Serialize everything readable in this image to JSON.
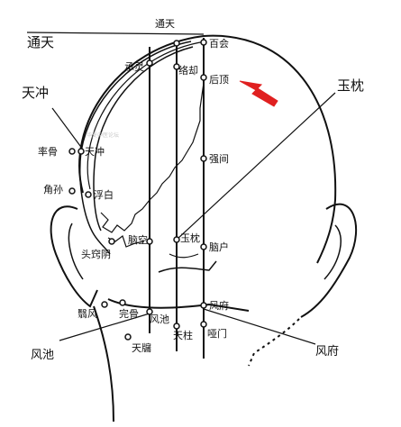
{
  "labels": {
    "tongtian_top": "通天",
    "tongtian_left": "通天",
    "baihui": "百会",
    "chengling": "承灵",
    "luoque": "络却",
    "houding": "后顶",
    "yuzhen_right": "玉枕",
    "tianchong_left": "天冲",
    "tianchong": "天冲",
    "shuaigu": "率骨",
    "qiangjian": "强间",
    "jiaosun": "角孙",
    "fubai": "浮白",
    "naokong": "脑空",
    "yuzhen": "玉枕",
    "naohu": "脑户",
    "touqiaoyin": "头窍阴",
    "fengfu": "风府",
    "yifeng": "翳风",
    "wangu": "完骨",
    "fengchi_pt": "风池",
    "tianzhu": "天柱",
    "yamen": "哑门",
    "fengchi_left": "风池",
    "fengfu_right": "风府",
    "tianyou": "天牖"
  },
  "watermark": "华夏中医论坛",
  "colors": {
    "line": "#111111",
    "arrow": "#e02020",
    "background": "#ffffff"
  }
}
